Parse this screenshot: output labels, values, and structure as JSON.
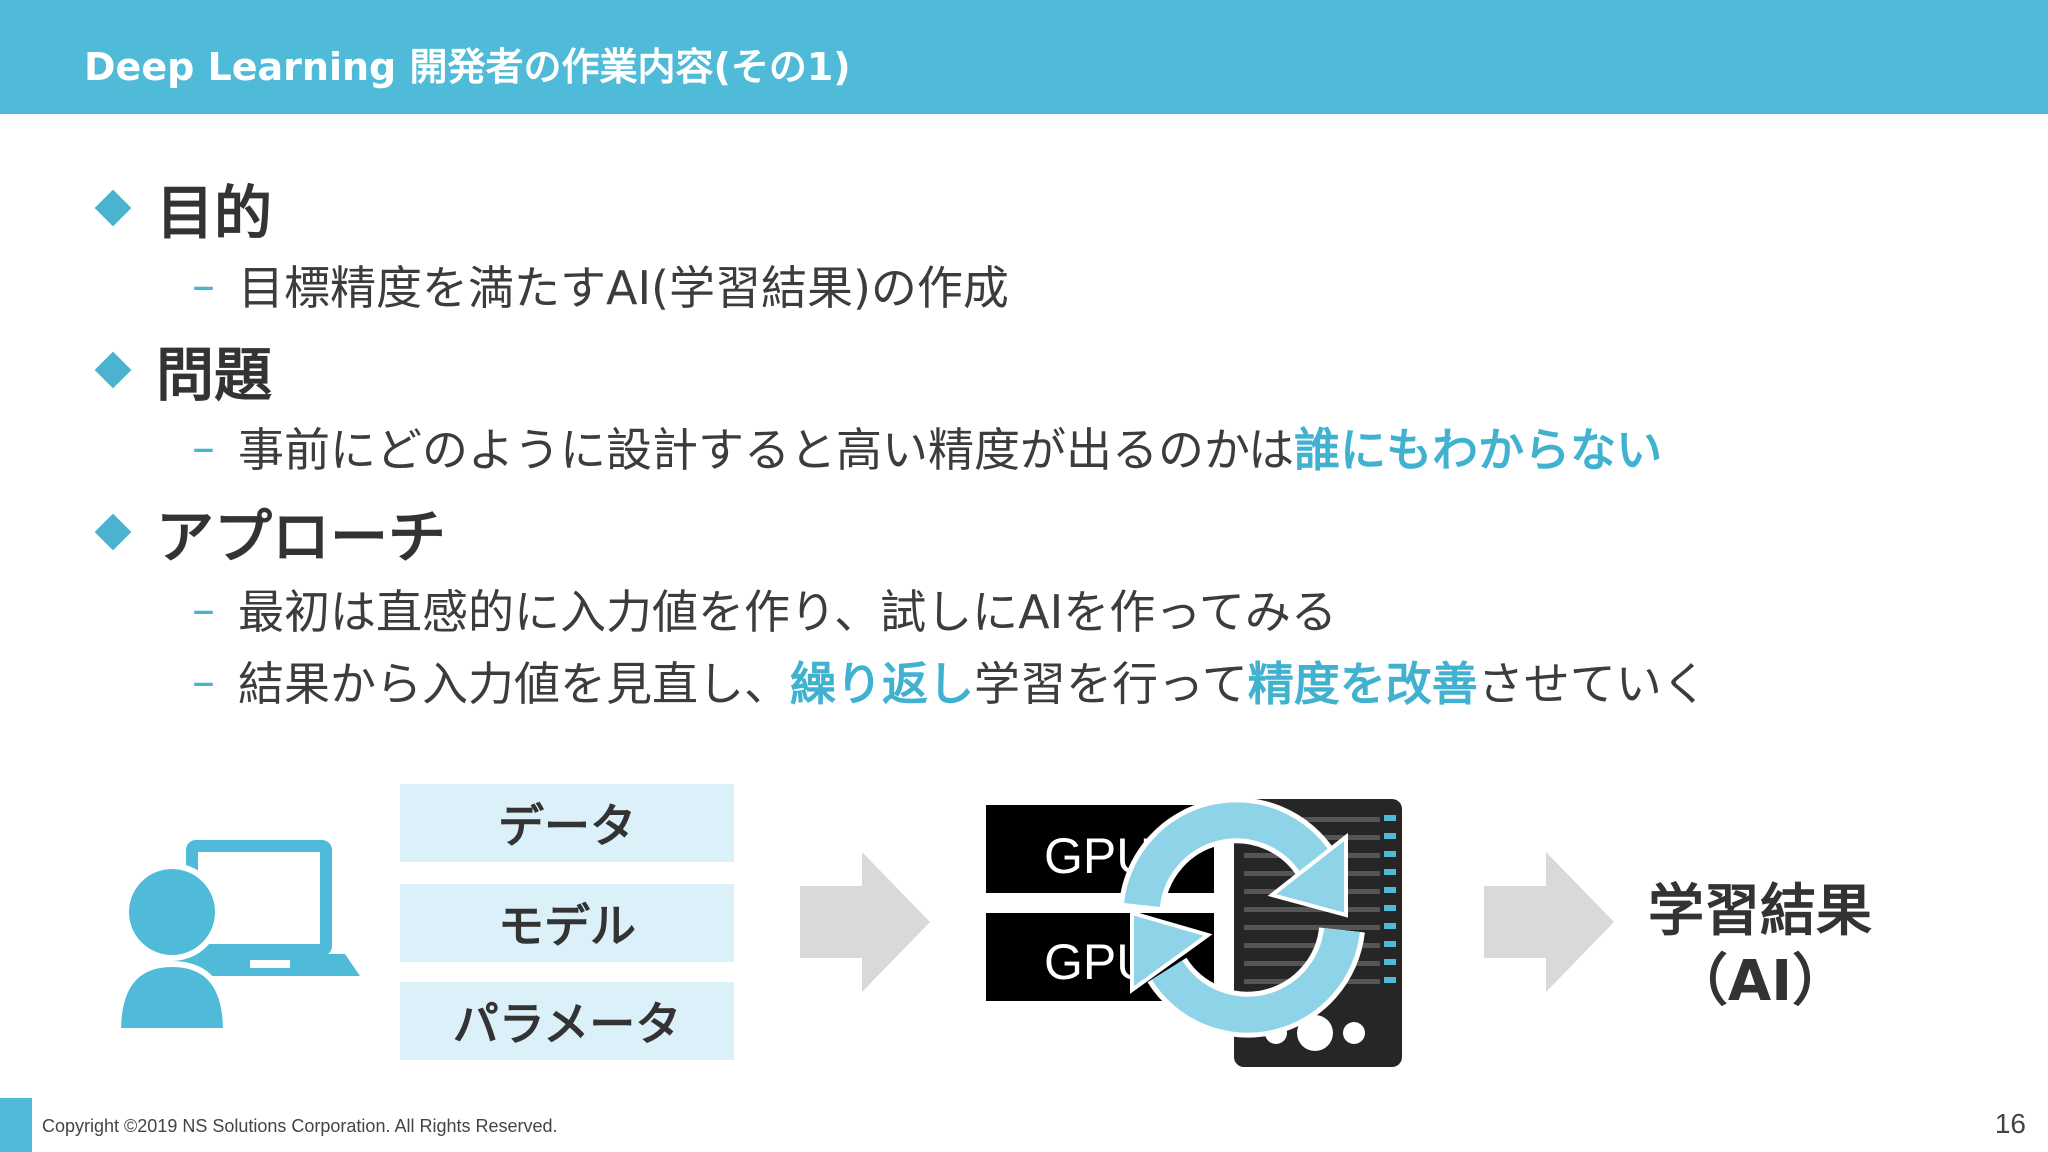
{
  "header": {
    "title": "Deep Learning 開発者の作業内容(その1)"
  },
  "sections": [
    {
      "heading": "目的",
      "items": [
        {
          "parts": [
            {
              "text": "目標精度を満たすAI(学習結果)の作成",
              "hl": false
            }
          ]
        }
      ]
    },
    {
      "heading": "問題",
      "items": [
        {
          "parts": [
            {
              "text": "事前にどのように設計すると高い精度が出るのかは",
              "hl": false
            },
            {
              "text": "誰にもわからない",
              "hl": true
            }
          ]
        }
      ]
    },
    {
      "heading": "アプローチ",
      "items": [
        {
          "parts": [
            {
              "text": "最初は直感的に入力値を作り、試しにAIを作ってみる",
              "hl": false
            }
          ]
        },
        {
          "parts": [
            {
              "text": "結果から入力値を見直し、",
              "hl": false
            },
            {
              "text": "繰り返し",
              "hl": true
            },
            {
              "text": "学習を行って",
              "hl": false
            },
            {
              "text": "精度を改善",
              "hl": true
            },
            {
              "text": "させていく",
              "hl": false
            }
          ]
        }
      ]
    }
  ],
  "diagram": {
    "inputs": [
      "データ",
      "モデル",
      "パラメータ"
    ],
    "gpu_labels": [
      "GPU",
      "GPU"
    ],
    "result_line1": "学習結果",
    "result_line2": "（AI）",
    "colors": {
      "accent": "#4fbbd9",
      "box": "#dcf0f9",
      "arrow": "#d9d9d9",
      "refresh": "#8fd3e8",
      "server": "#262626"
    }
  },
  "footer": {
    "copyright": "Copyright ©2019 NS Solutions Corporation. All Rights Reserved.",
    "page": "16"
  }
}
